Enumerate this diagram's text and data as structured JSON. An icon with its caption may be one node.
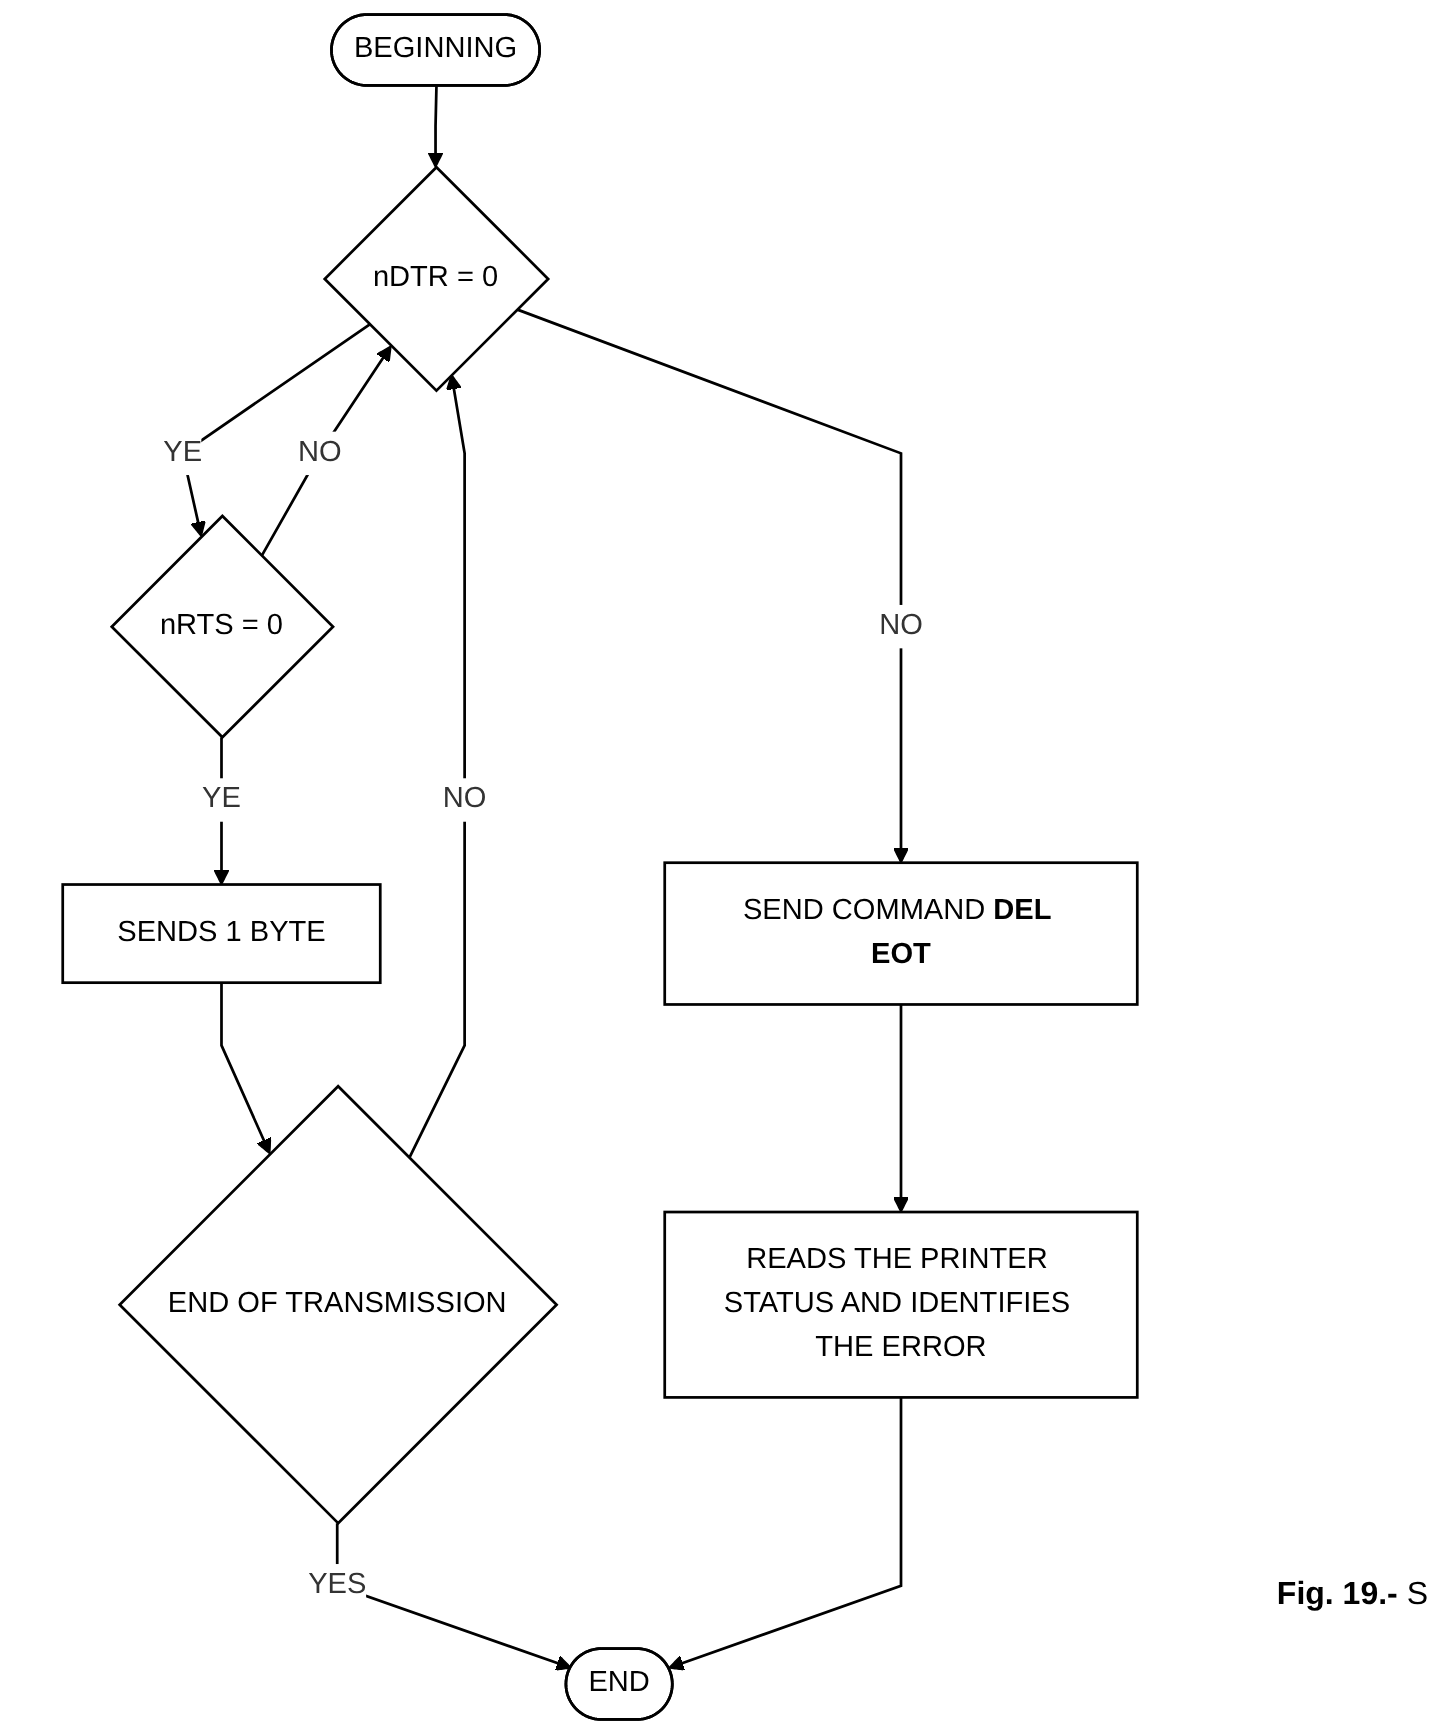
{
  "diagram": {
    "caption": "**Fig. 19.-** S",
    "nodes": [
      {
        "text": [
          "BEGINNING"
        ]
      },
      {
        "text": [
          "nDTR = 0"
        ]
      },
      {
        "text": [
          "SEND COMMAND **DEL EOT**"
        ]
      },
      {
        "text": [
          "READS THE PRINTER STATUS AND IDENTIFIES THE ERROR"
        ]
      },
      {
        "text": [
          "nRTS = 0"
        ]
      },
      {
        "text": [
          "SENDS 1 BYTE"
        ]
      },
      {
        "text": [
          "END OF TRANSMISSION"
        ]
      },
      {
        "text": [
          "END"
        ]
      }
    ],
    "edges": [
      {
        "from": 0,
        "to": 1,
        "arrow": "to"
      },
      {
        "from": 1,
        "to": 2,
        "arrow": "to",
        "label": "NO"
      },
      {
        "from": 2,
        "to": 3,
        "arrow": "to"
      },
      {
        "from": 1,
        "to": 4,
        "arrow": "to",
        "label": "YE"
      },
      {
        "from": 4,
        "to": 1,
        "arrow": "to",
        "label": "NO"
      },
      {
        "from": 4,
        "to": 5,
        "arrow": "to",
        "label": "YE"
      },
      {
        "from": 5,
        "to": 6,
        "arrow": "to"
      },
      {
        "from": 6,
        "to": 1,
        "arrow": "to",
        "label": "NO"
      },
      {
        "from": 6,
        "to": 7,
        "arrow": "to",
        "label": "YES"
      },
      {
        "from": 3,
        "to": 7,
        "arrow": "to"
      }
    ]
  }
}
